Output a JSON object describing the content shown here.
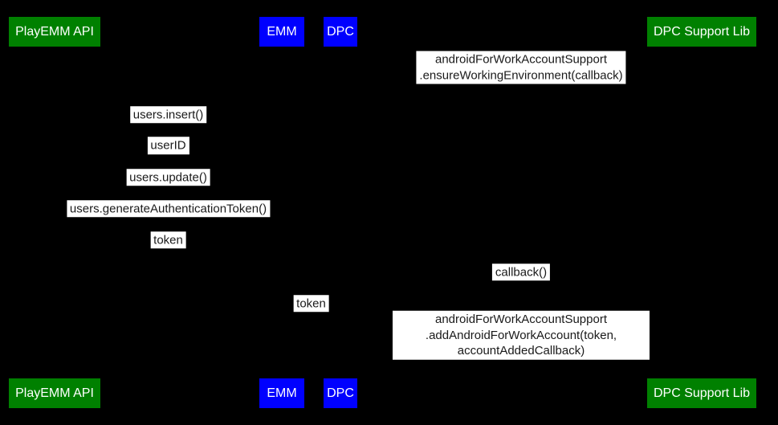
{
  "diagram": {
    "type": "sequence-diagram",
    "background_color": "#000000",
    "message_label_bg": "#ffffff",
    "message_label_text_color": "#1a1a1a",
    "actor_text_color": "#ffffff",
    "actor_colors": {
      "green": "#008000",
      "blue": "#0000ff"
    },
    "actors": [
      {
        "id": "playemm-api",
        "label": "PlayEMM API",
        "color": "#008000"
      },
      {
        "id": "emm",
        "label": "EMM",
        "color": "#0000ff"
      },
      {
        "id": "dpc",
        "label": "DPC",
        "color": "#0000ff"
      },
      {
        "id": "dpc-support-lib",
        "label": "DPC Support Lib",
        "color": "#008000"
      }
    ],
    "messages": [
      {
        "from": "dpc",
        "to": "dpc-support-lib",
        "text": "androidForWorkAccountSupport\n.ensureWorkingEnvironment(callback)"
      },
      {
        "from": "emm",
        "to": "playemm-api",
        "text": "users.insert()"
      },
      {
        "from": "playemm-api",
        "to": "emm",
        "text": "userID"
      },
      {
        "from": "emm",
        "to": "playemm-api",
        "text": "users.update()"
      },
      {
        "from": "emm",
        "to": "playemm-api",
        "text": "users.generateAuthenticationToken()"
      },
      {
        "from": "playemm-api",
        "to": "emm",
        "text": "token"
      },
      {
        "from": "dpc-support-lib",
        "to": "dpc",
        "text": "callback()"
      },
      {
        "from": "emm",
        "to": "dpc",
        "text": "token"
      },
      {
        "from": "dpc",
        "to": "dpc-support-lib",
        "text": "androidForWorkAccountSupport\n.addAndroidForWorkAccount(token, accountAddedCallback)"
      }
    ]
  }
}
